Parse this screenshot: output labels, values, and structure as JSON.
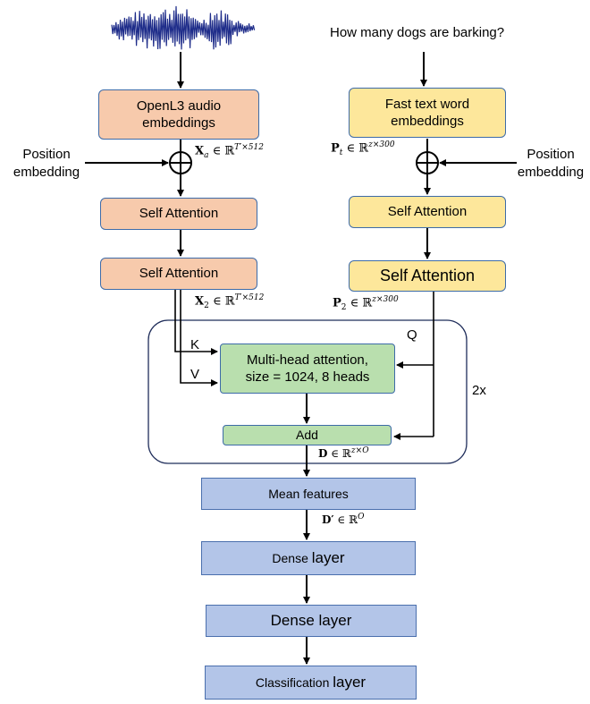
{
  "question": "How many dogs are barking?",
  "audio_branch": {
    "embed_box": "OpenL3 audio\nembeddings",
    "position_label": "Position\nembedding",
    "embed_symbol": "X",
    "embed_sub": "a",
    "embed_set": "∈ ℝ",
    "embed_dims": "T′×512",
    "attention_1": "Self Attention",
    "attention_2": "Self Attention",
    "out_symbol": "X",
    "out_sub": "2",
    "out_set": "∈ ℝ",
    "out_dims": "T′×512"
  },
  "text_branch": {
    "embed_box": "Fast text word\nembeddings",
    "position_label": "Position\nembedding",
    "embed_symbol": "P",
    "embed_sub": "t",
    "embed_set": "∈ ℝ",
    "embed_dims": "z×300",
    "attention_1": "Self Attention",
    "attention_2": "Self Attention",
    "out_symbol": "P",
    "out_sub": "2",
    "out_set": "∈ ℝ",
    "out_dims": "z×300"
  },
  "attention_block": {
    "k_label": "K",
    "v_label": "V",
    "q_label": "Q",
    "mha_box": "Multi-head attention,\nsize = 1024, 8 heads",
    "add_box": "Add",
    "repeat_label": "2x",
    "out_symbol": "D",
    "out_set": "∈ ℝ",
    "out_dims": "z×O"
  },
  "head": {
    "mean_box": "Mean features",
    "mean_symbol": "D′",
    "mean_set": "∈ ℝ",
    "mean_dims": "O",
    "dense_1_prefix": "Dense ",
    "dense_1_suffix": "layer",
    "dense_2": "Dense layer",
    "classification_prefix": "Classification ",
    "classification_suffix": "layer"
  },
  "colors": {
    "audio_box": "#f7caac",
    "text_box": "#fde79b",
    "attention_box": "#b9dfae",
    "head_box": "#b3c5e8",
    "waveform": "#1f2d8a",
    "block_border": "#1f2d5a"
  }
}
